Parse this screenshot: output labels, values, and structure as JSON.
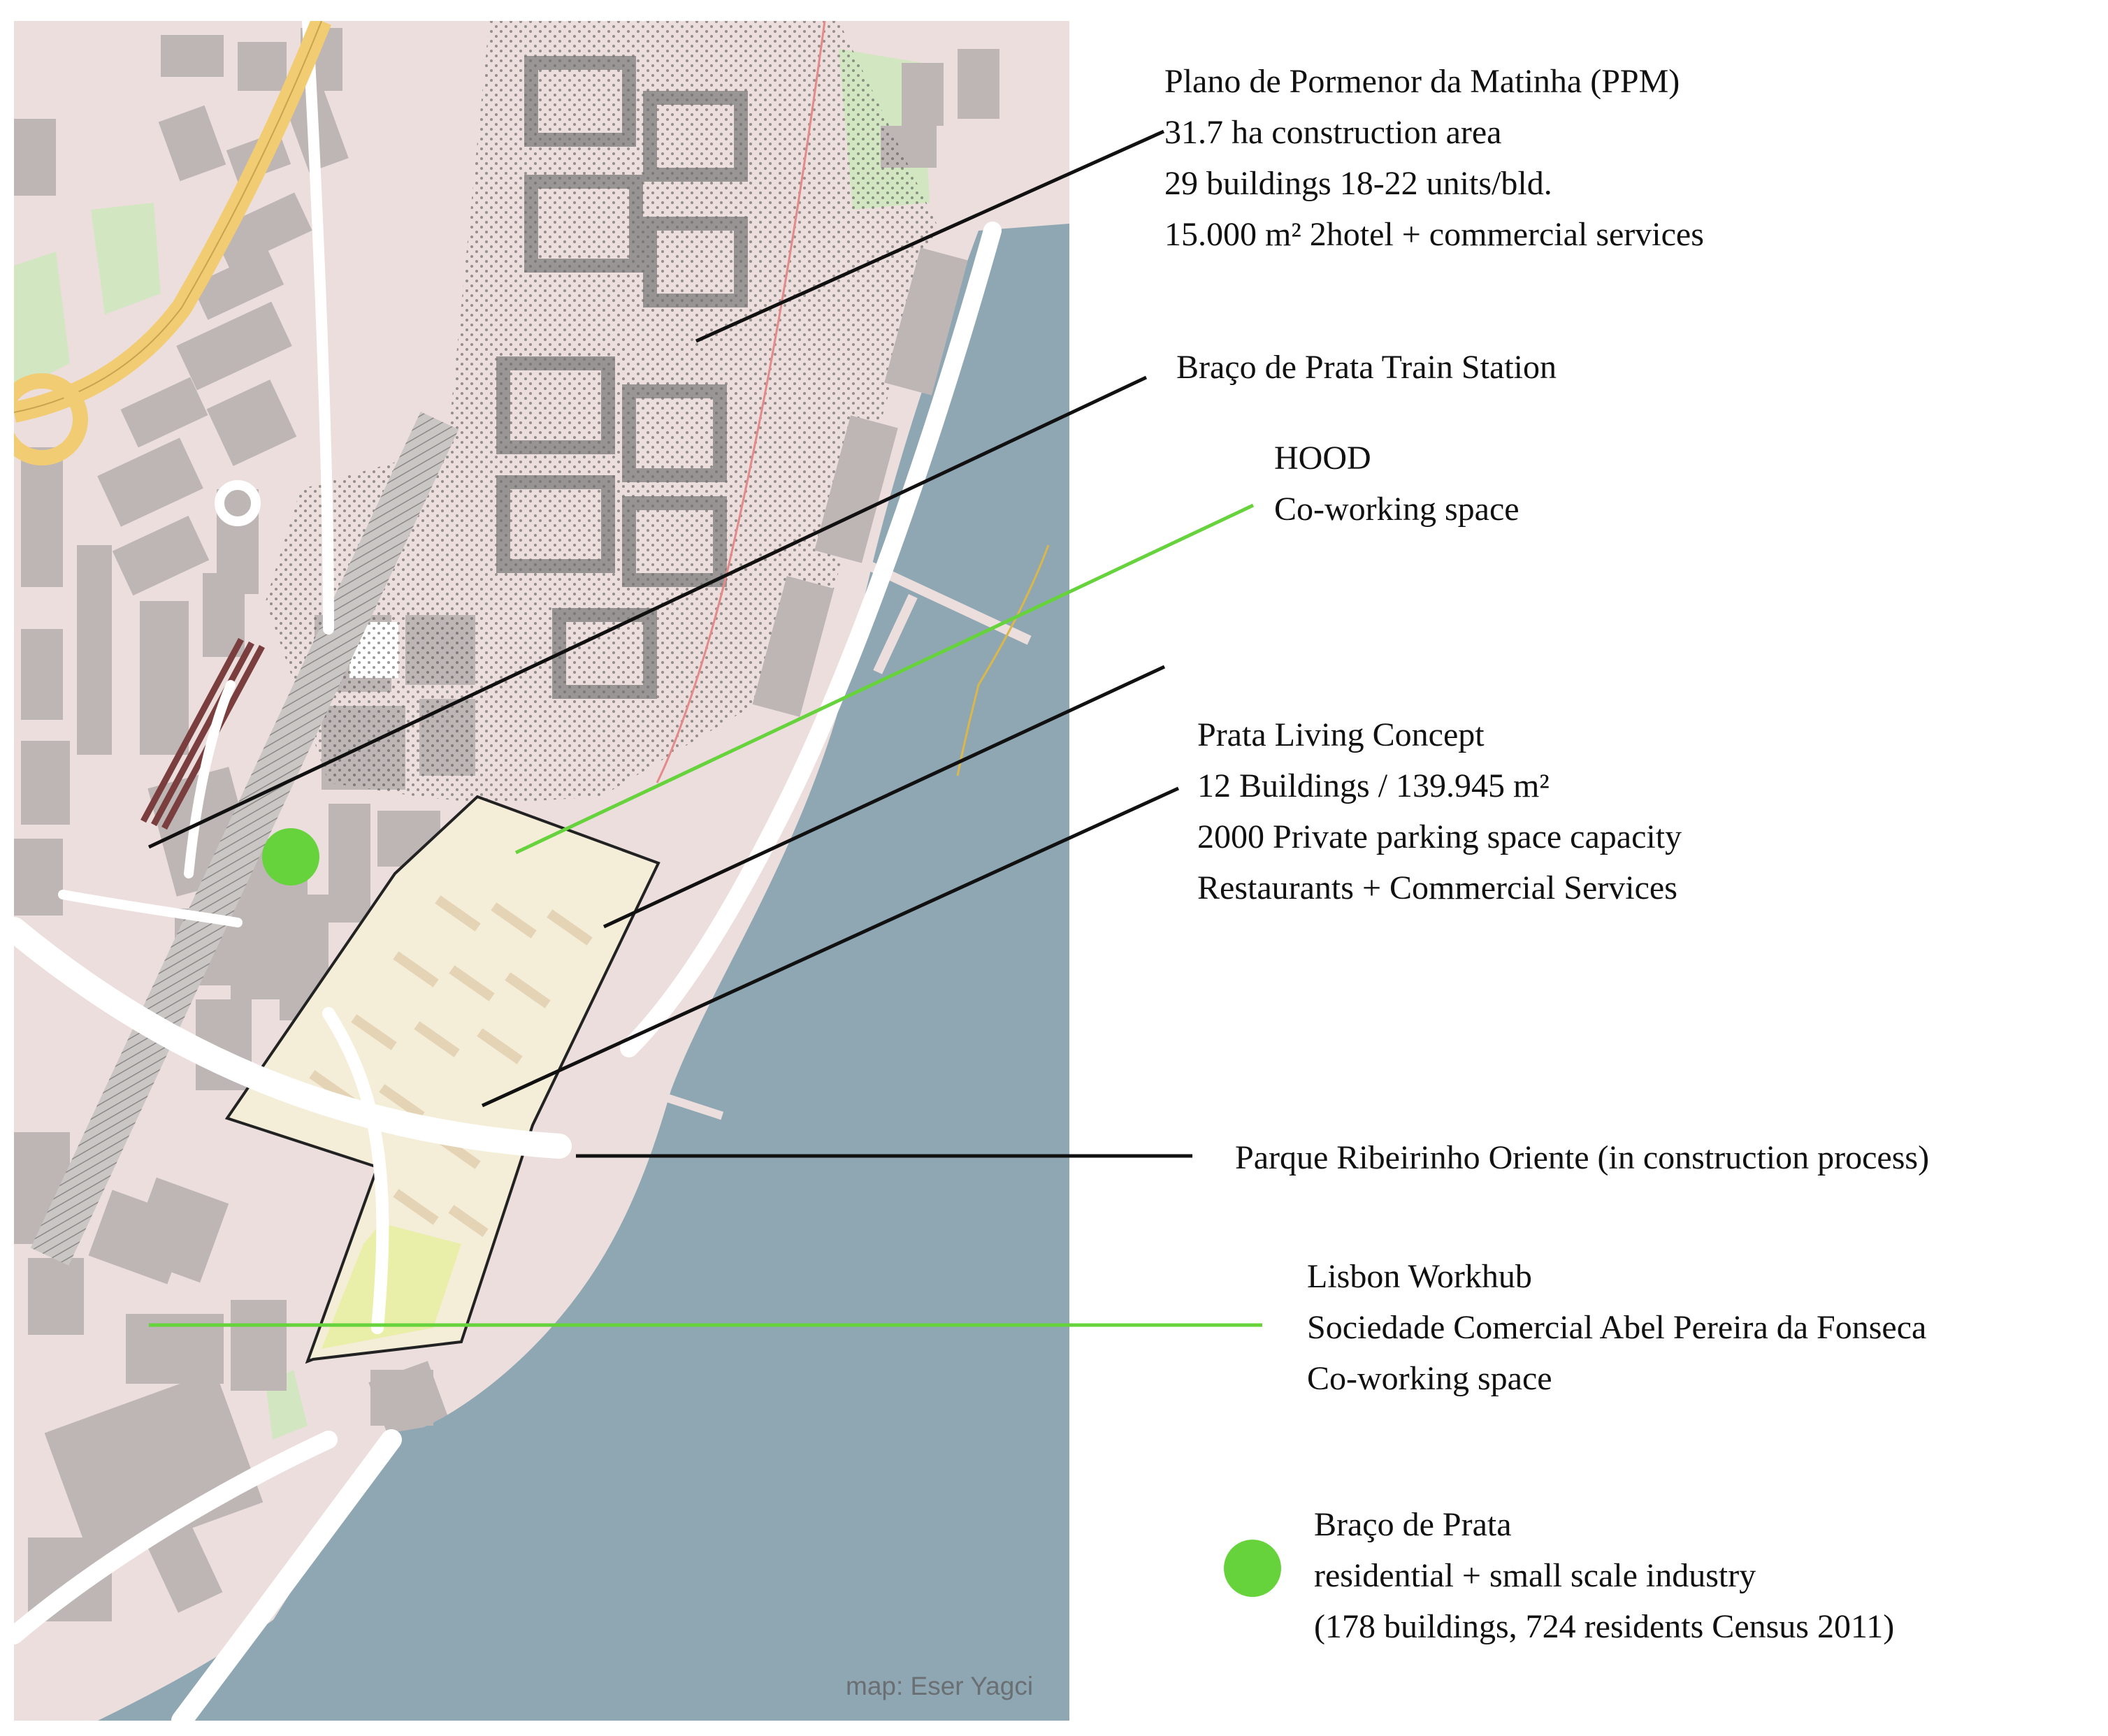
{
  "map": {
    "credit": "map: Eser Yagci",
    "colors": {
      "water": "#8fa7b2",
      "land": "#ecdedd",
      "building": "#bdb6b5",
      "park": "#d3e6c2",
      "major_road": "#f2cc73",
      "pointer_black": "#111111",
      "pointer_green": "#66d33d"
    }
  },
  "annotations": [
    {
      "id": "ppm",
      "lines": [
        "Plano de Pormenor da Matinha (PPM)",
        "31.7 ha construction area",
        "29 buildings 18-22 units/bld.",
        "15.000 m² 2hotel + commercial services"
      ]
    },
    {
      "id": "station",
      "lines": [
        "Braço de Prata Train Station"
      ]
    },
    {
      "id": "hood",
      "lines": [
        "HOOD",
        "Co-working space"
      ]
    },
    {
      "id": "prata",
      "lines": [
        "Prata Living Concept",
        "12 Buildings  /  139.945 m²",
        "2000 Private parking space capacity",
        "Restaurants + Commercial Services"
      ]
    },
    {
      "id": "parque",
      "lines": [
        "Parque Ribeirinho Oriente (in construction process)"
      ]
    },
    {
      "id": "workhub",
      "lines": [
        "Lisbon Workhub",
        "Sociedade Comercial Abel Pereira da Fonseca",
        "Co-working space"
      ]
    },
    {
      "id": "legend",
      "lines": [
        "Braço de Prata",
        "residential + small scale industry",
        "(178 buildings, 724 residents Census 2011)"
      ]
    }
  ]
}
